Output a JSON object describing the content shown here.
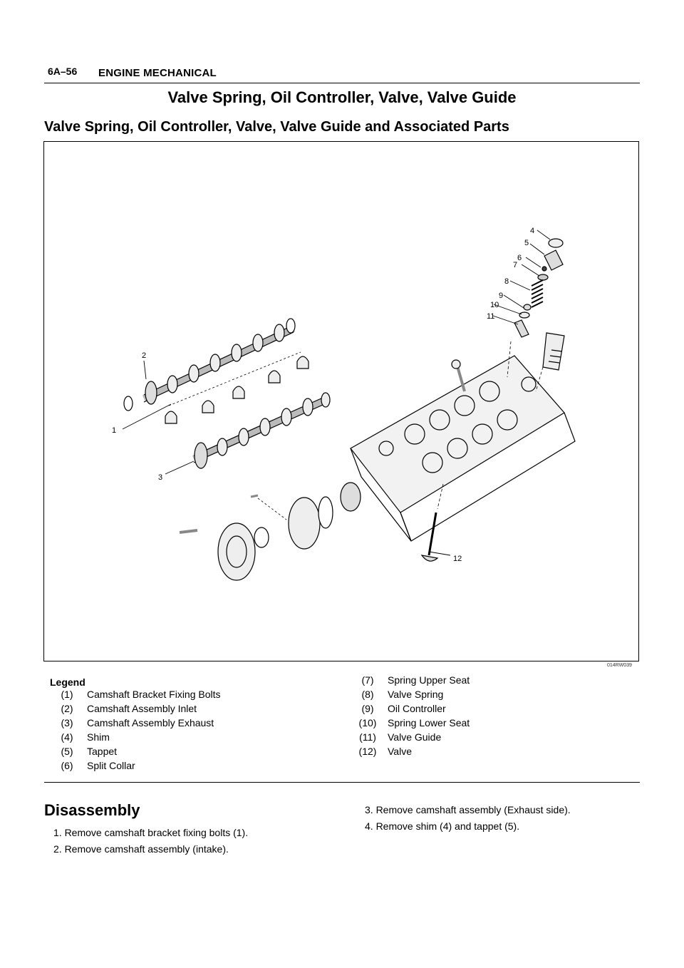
{
  "header": {
    "page_number": "6A–56",
    "section": "ENGINE MECHANICAL"
  },
  "title": "Valve Spring, Oil Controller, Valve, Valve Guide",
  "subtitle": "Valve Spring, Oil Controller, Valve, Valve Guide and Associated Parts",
  "figure": {
    "code": "014RW039",
    "callouts": [
      "1",
      "2",
      "3",
      "4",
      "5",
      "6",
      "7",
      "8",
      "9",
      "10",
      "11",
      "12"
    ]
  },
  "legend": {
    "title": "Legend",
    "left": [
      {
        "num": "(1)",
        "label": "Camshaft Bracket Fixing Bolts"
      },
      {
        "num": "(2)",
        "label": "Camshaft Assembly Inlet"
      },
      {
        "num": "(3)",
        "label": "Camshaft Assembly Exhaust"
      },
      {
        "num": "(4)",
        "label": "Shim"
      },
      {
        "num": "(5)",
        "label": "Tappet"
      },
      {
        "num": "(6)",
        "label": "Split Collar"
      }
    ],
    "right": [
      {
        "num": "(7)",
        "label": "Spring Upper Seat"
      },
      {
        "num": "(8)",
        "label": "Valve Spring"
      },
      {
        "num": "(9)",
        "label": "Oil Controller"
      },
      {
        "num": "(10)",
        "label": "Spring Lower Seat"
      },
      {
        "num": "(11)",
        "label": "Valve Guide"
      },
      {
        "num": "(12)",
        "label": "Valve"
      }
    ]
  },
  "disassembly": {
    "heading": "Disassembly",
    "steps": [
      "1. Remove camshaft bracket fixing bolts (1).",
      "2. Remove camshaft assembly (intake).",
      "3. Remove camshaft assembly (Exhaust side).",
      "4. Remove shim (4) and tappet (5)."
    ]
  }
}
